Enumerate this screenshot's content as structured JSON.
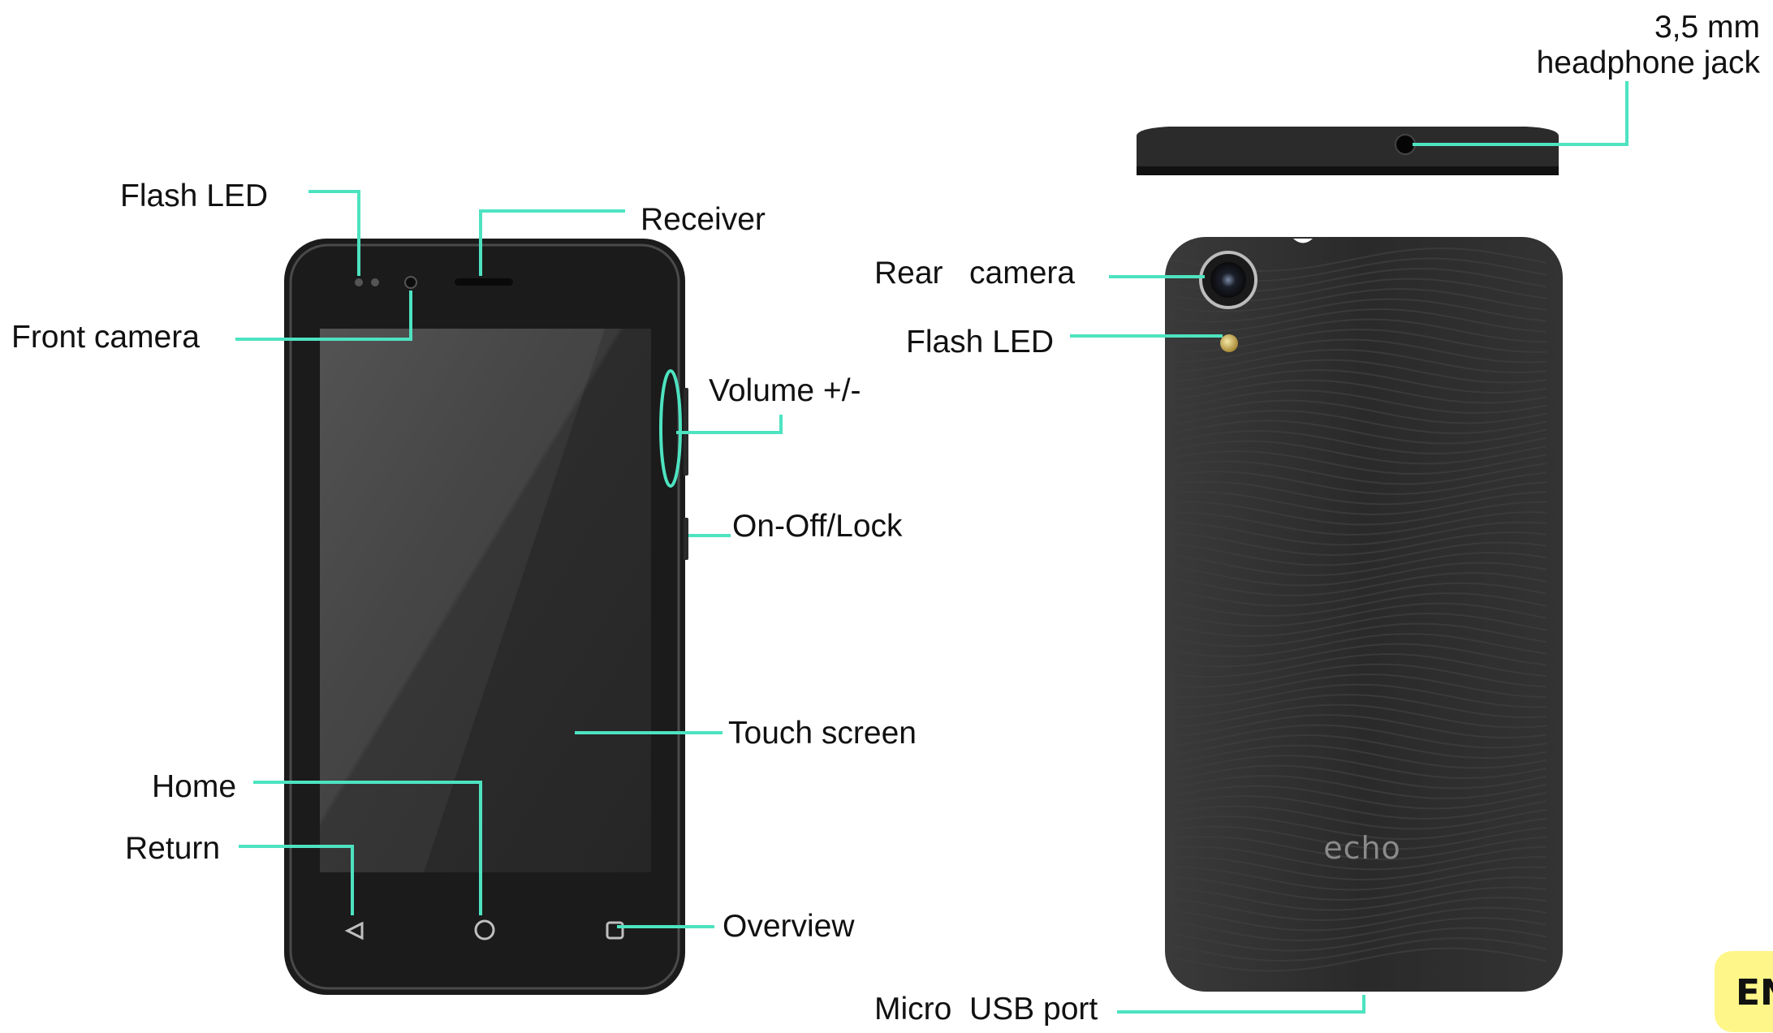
{
  "colors": {
    "leader_line": "#4de3c0",
    "phone_body": "#1d1d1d",
    "screen": "#3a3a3a",
    "back_cover": "#2f2f2f",
    "flash_gold": "#c9b25c",
    "badge": "#fff68a"
  },
  "front_labels": {
    "flash_led": "Flash LED",
    "receiver": "Receiver",
    "front_camera": "Front camera",
    "volume": "Volume +/-",
    "power": "On-Off/Lock",
    "touch_screen": "Touch  screen",
    "home": "Home",
    "return": "Return",
    "overview": "Overview"
  },
  "back_labels": {
    "headphone_jack_line1": "3,5 mm",
    "headphone_jack_line2": "headphone jack",
    "rear_camera": "Rear   camera",
    "flash_led": "Flash LED",
    "micro_usb": "Micro  USB port"
  },
  "brand": "echo",
  "badge": "EN"
}
